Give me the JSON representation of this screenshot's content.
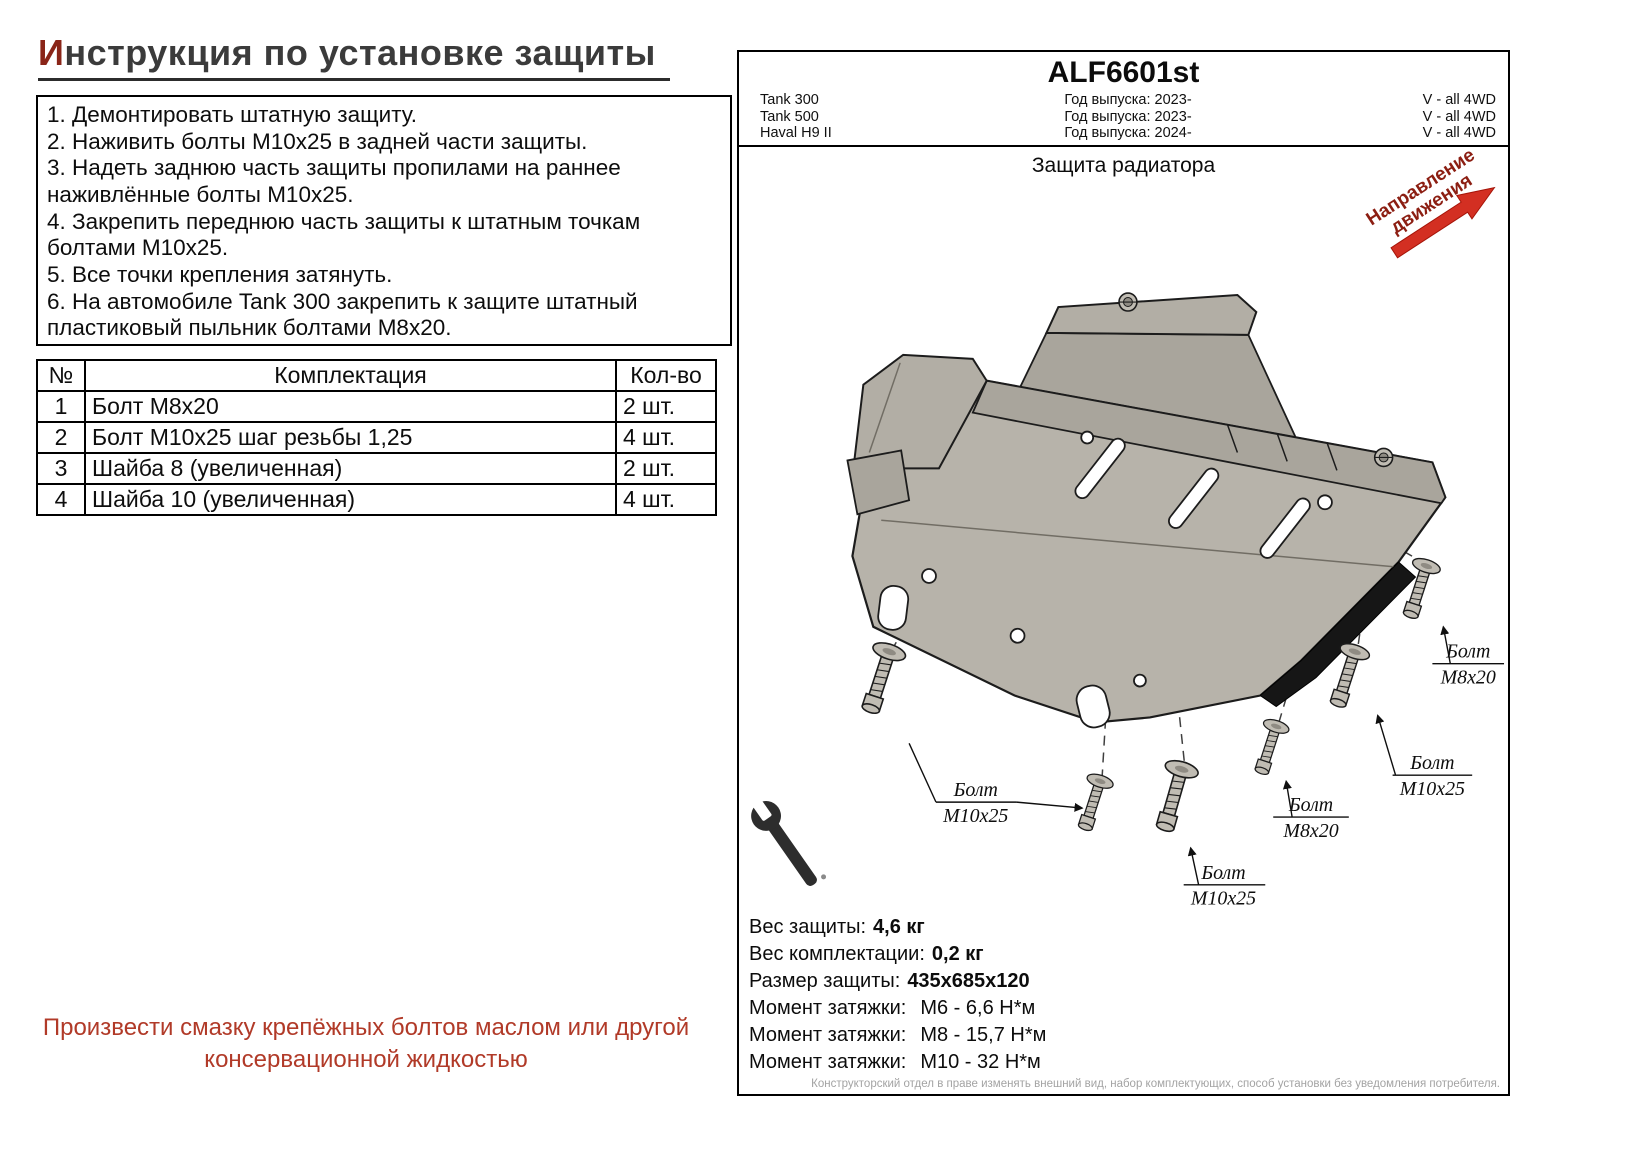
{
  "title": {
    "first_letter": "И",
    "rest": "нструкция по установке защиты"
  },
  "steps": [
    "1. Демонтировать штатную защиту.",
    "2. Наживить болты М10х25 в задней части защиты.",
    "3. Надеть заднюю часть защиты пропилами на раннее наживлённые болты М10х25.",
    "4. Закрепить переднюю часть защиты к штатным точкам болтами М10х25.",
    "5. Все точки крепления затянуть.",
    "6. На автомобиле Tank 300 закрепить к защите штатный пластиковый пыльник болтами М8х20."
  ],
  "parts_table": {
    "col_num": "№",
    "col_name": "Комплектация",
    "col_qty": "Кол-во",
    "rows": [
      {
        "num": "1",
        "name": "Болт М8х20",
        "qty": "2 шт."
      },
      {
        "num": "2",
        "name": "Болт М10х25 шаг резьбы 1,25",
        "qty": "4 шт."
      },
      {
        "num": "3",
        "name": "Шайба 8 (увеличенная)",
        "qty": "2 шт."
      },
      {
        "num": "4",
        "name": "Шайба 10 (увеличенная)",
        "qty": "4 шт."
      }
    ]
  },
  "lubrication_note": "Произвести смазку крепёжных болтов маслом или другой консервационной жидкостью",
  "panel": {
    "code": "ALF6601st",
    "vehicles": [
      {
        "model": "Tank 300",
        "year": "Год выпуска: 2023-",
        "config": "V - all 4WD"
      },
      {
        "model": "Tank 500",
        "year": "Год выпуска: 2023-",
        "config": "V - all 4WD"
      },
      {
        "model": "Haval H9 II",
        "year": "Год выпуска: 2024-",
        "config": "V - all 4WD"
      }
    ],
    "drawing_title": "Защита радиатора",
    "direction": {
      "line1": "Направление",
      "line2": "движения"
    },
    "bolt_labels": [
      {
        "line1": "Болт",
        "line2": "М10х25"
      },
      {
        "line1": "Болт",
        "line2": "М10х25"
      },
      {
        "line1": "Болт",
        "line2": "М8х20"
      },
      {
        "line1": "Болт",
        "line2": "М10х25"
      },
      {
        "line1": "Болт",
        "line2": "М8х20"
      }
    ],
    "specs": [
      {
        "label": "Вес защиты:",
        "value": "4,6 кг"
      },
      {
        "label": "Вес комплектации:",
        "value": "0,2 кг"
      },
      {
        "label": "Размер защиты:",
        "value": "435х685х120"
      },
      {
        "label": "Момент затяжки:",
        "value": "М6 - 6,6 Н*м"
      },
      {
        "label": "Момент затяжки:",
        "value": "М8 - 15,7 Н*м"
      },
      {
        "label": "Момент затяжки:",
        "value": "М10 - 32 Н*м"
      }
    ],
    "disclaimer": "Конструкторский отдел в праве изменять внешний вид, набор комплектующих, способ установки без уведомления потребителя."
  }
}
